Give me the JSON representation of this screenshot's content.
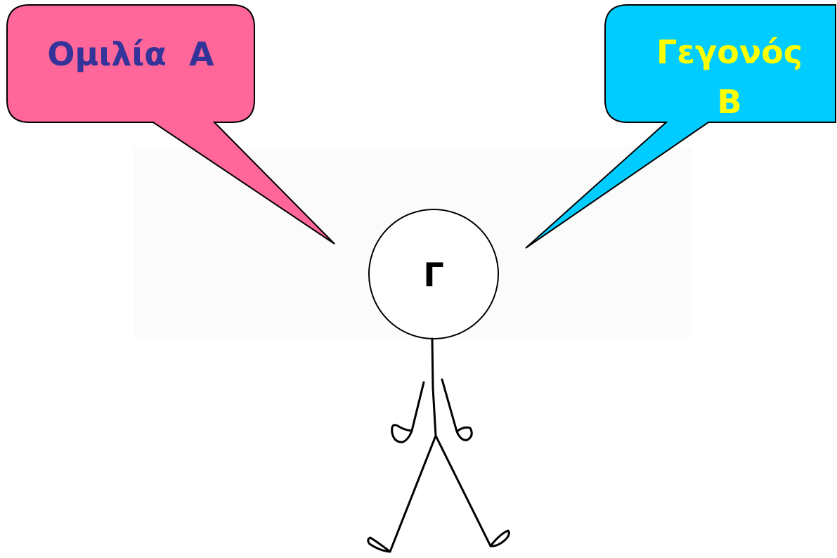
{
  "bubble_left": {
    "label": "Ομιλία  Α",
    "fill": "#FF6699",
    "text_color": "#333399"
  },
  "bubble_right": {
    "label_line1": "Γεγονός",
    "label_line2": "Β",
    "fill": "#00CCFF",
    "text_color": "#FFFF00"
  },
  "person": {
    "head_label": "Γ",
    "stroke": "#000000"
  }
}
